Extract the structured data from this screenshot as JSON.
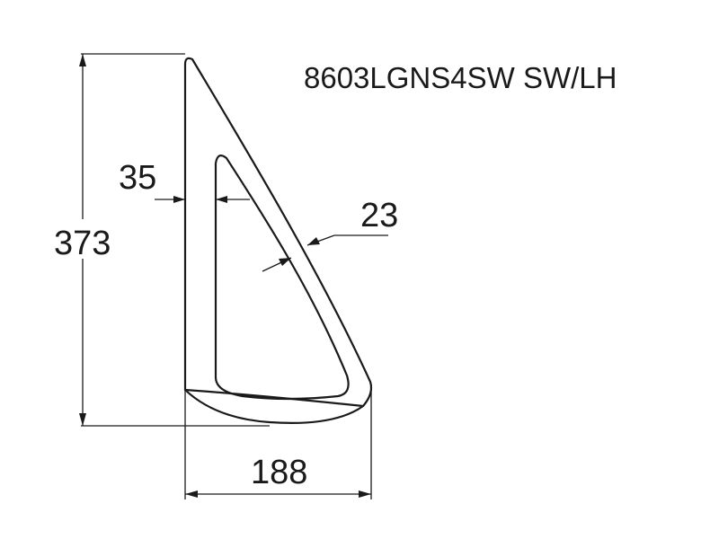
{
  "drawing": {
    "part_code": "8603LGNS4SW SW/LH",
    "dimensions": {
      "height": "373",
      "width": "188",
      "frame_width_side": "35",
      "frame_width_diagonal": "23"
    }
  }
}
